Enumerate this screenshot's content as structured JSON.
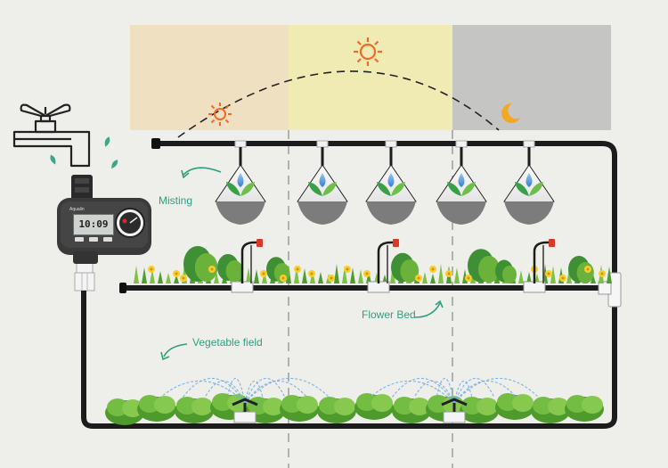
{
  "labels": {
    "misting": "Misting",
    "flower_bed": "Flower Bed",
    "vegetable_field": "Vegetable field"
  },
  "timer": {
    "brand": "Aqualin",
    "display": "10:09"
  },
  "icons": [
    "faucet-icon",
    "water-drop-icon",
    "sun-icon",
    "moon-icon",
    "arrow-icon",
    "sprinkler-icon",
    "mist-nozzle-icon",
    "flower-icon",
    "leaf-icon"
  ],
  "colors": {
    "morning": "#efe0c2",
    "noon": "#f0eab3",
    "night": "#c5c5c3",
    "accent": "#2f9f80",
    "sun": "#f06a2a",
    "moon": "#f5a623",
    "water": "#3f8fd8",
    "pipe": "#1c1c1c",
    "foliage": "#6ab23a"
  }
}
